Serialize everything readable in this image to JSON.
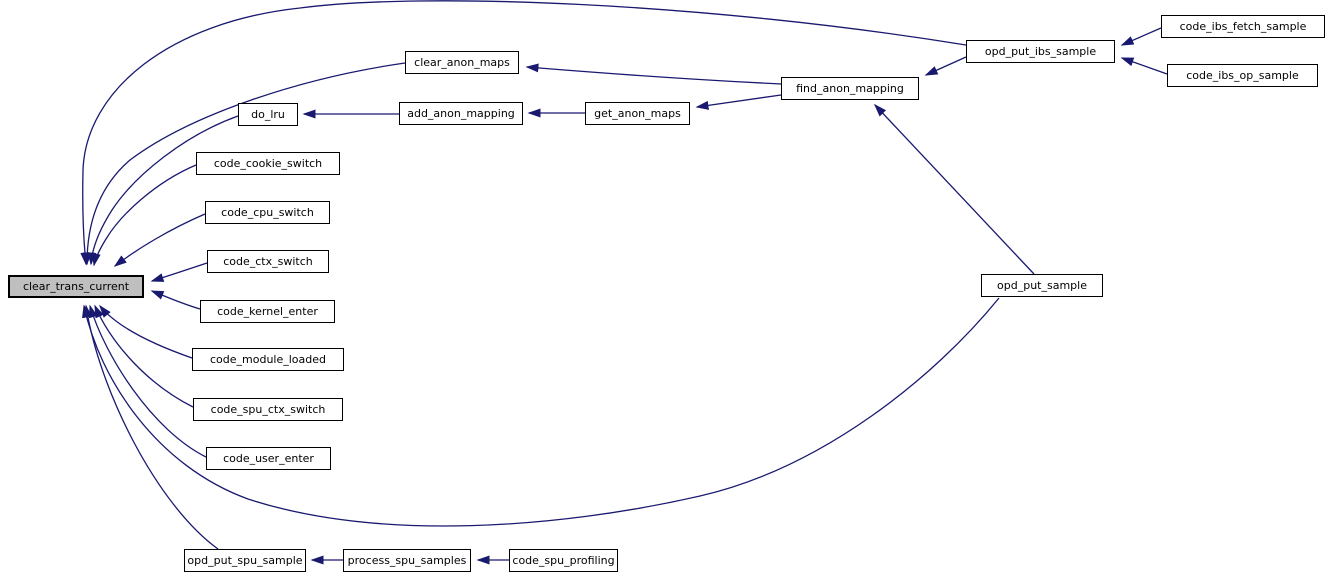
{
  "diagram": {
    "type": "call-graph",
    "highlighted_node": "clear_trans_current",
    "colors": {
      "edge": "#191970",
      "node_border": "#000000",
      "node_fill": "#ffffff",
      "highlight_fill": "#bfbfbf",
      "background": "#ffffff"
    },
    "nodes": [
      {
        "id": "clear_trans_current",
        "label": "clear_trans_current",
        "highlighted": true
      },
      {
        "id": "do_lru",
        "label": "do_lru",
        "highlighted": false
      },
      {
        "id": "code_cookie_switch",
        "label": "code_cookie_switch",
        "highlighted": false
      },
      {
        "id": "code_cpu_switch",
        "label": "code_cpu_switch",
        "highlighted": false
      },
      {
        "id": "code_ctx_switch",
        "label": "code_ctx_switch",
        "highlighted": false
      },
      {
        "id": "code_kernel_enter",
        "label": "code_kernel_enter",
        "highlighted": false
      },
      {
        "id": "code_module_loaded",
        "label": "code_module_loaded",
        "highlighted": false
      },
      {
        "id": "code_spu_ctx_switch",
        "label": "code_spu_ctx_switch",
        "highlighted": false
      },
      {
        "id": "code_user_enter",
        "label": "code_user_enter",
        "highlighted": false
      },
      {
        "id": "clear_anon_maps",
        "label": "clear_anon_maps",
        "highlighted": false
      },
      {
        "id": "add_anon_mapping",
        "label": "add_anon_mapping",
        "highlighted": false
      },
      {
        "id": "get_anon_maps",
        "label": "get_anon_maps",
        "highlighted": false
      },
      {
        "id": "find_anon_mapping",
        "label": "find_anon_mapping",
        "highlighted": false
      },
      {
        "id": "opd_put_ibs_sample",
        "label": "opd_put_ibs_sample",
        "highlighted": false
      },
      {
        "id": "code_ibs_fetch_sample",
        "label": "code_ibs_fetch_sample",
        "highlighted": false
      },
      {
        "id": "code_ibs_op_sample",
        "label": "code_ibs_op_sample",
        "highlighted": false
      },
      {
        "id": "opd_put_sample",
        "label": "opd_put_sample",
        "highlighted": false
      },
      {
        "id": "opd_put_spu_sample",
        "label": "opd_put_spu_sample",
        "highlighted": false
      },
      {
        "id": "process_spu_samples",
        "label": "process_spu_samples",
        "highlighted": false
      },
      {
        "id": "code_spu_profiling",
        "label": "code_spu_profiling",
        "highlighted": false
      }
    ],
    "edges": [
      {
        "from": "opd_put_ibs_sample",
        "to": "clear_trans_current"
      },
      {
        "from": "clear_anon_maps",
        "to": "clear_trans_current"
      },
      {
        "from": "do_lru",
        "to": "clear_trans_current"
      },
      {
        "from": "code_cookie_switch",
        "to": "clear_trans_current"
      },
      {
        "from": "code_cpu_switch",
        "to": "clear_trans_current"
      },
      {
        "from": "code_ctx_switch",
        "to": "clear_trans_current"
      },
      {
        "from": "code_kernel_enter",
        "to": "clear_trans_current"
      },
      {
        "from": "code_module_loaded",
        "to": "clear_trans_current"
      },
      {
        "from": "code_spu_ctx_switch",
        "to": "clear_trans_current"
      },
      {
        "from": "code_user_enter",
        "to": "clear_trans_current"
      },
      {
        "from": "opd_put_spu_sample",
        "to": "clear_trans_current"
      },
      {
        "from": "opd_put_sample",
        "to": "clear_trans_current"
      },
      {
        "from": "find_anon_mapping",
        "to": "clear_anon_maps"
      },
      {
        "from": "add_anon_mapping",
        "to": "do_lru"
      },
      {
        "from": "get_anon_maps",
        "to": "add_anon_mapping"
      },
      {
        "from": "find_anon_mapping",
        "to": "get_anon_maps"
      },
      {
        "from": "opd_put_ibs_sample",
        "to": "find_anon_mapping"
      },
      {
        "from": "opd_put_sample",
        "to": "find_anon_mapping"
      },
      {
        "from": "code_ibs_fetch_sample",
        "to": "opd_put_ibs_sample"
      },
      {
        "from": "code_ibs_op_sample",
        "to": "opd_put_ibs_sample"
      },
      {
        "from": "process_spu_samples",
        "to": "opd_put_spu_sample"
      },
      {
        "from": "code_spu_profiling",
        "to": "process_spu_samples"
      }
    ]
  }
}
